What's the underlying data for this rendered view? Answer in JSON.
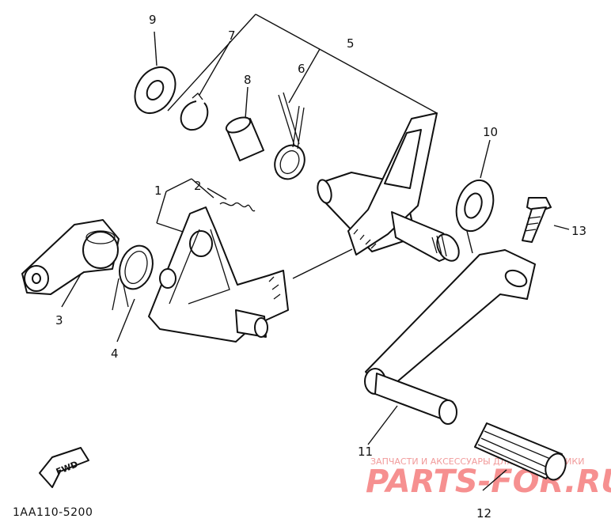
{
  "labels": {
    "p1": "1",
    "p2": "2",
    "p3": "3",
    "p4": "4",
    "p5": "5",
    "p6": "6",
    "p7": "7",
    "p8": "8",
    "p9": "9",
    "p10": "10",
    "p11": "11",
    "p12": "12",
    "p13": "13"
  },
  "diagram_code": "1AA110-5200",
  "fwd_badge": "FWD",
  "watermark": {
    "caption": "ЗАПЧАСТИ И АКСЕССУАРЫ ДЛЯ МОТОТЕХНИКИ",
    "brand": "PARTS-FOR.RU"
  },
  "colors": {
    "ink": "#111111",
    "watermark": "#f36b6b",
    "background": "#ffffff"
  }
}
